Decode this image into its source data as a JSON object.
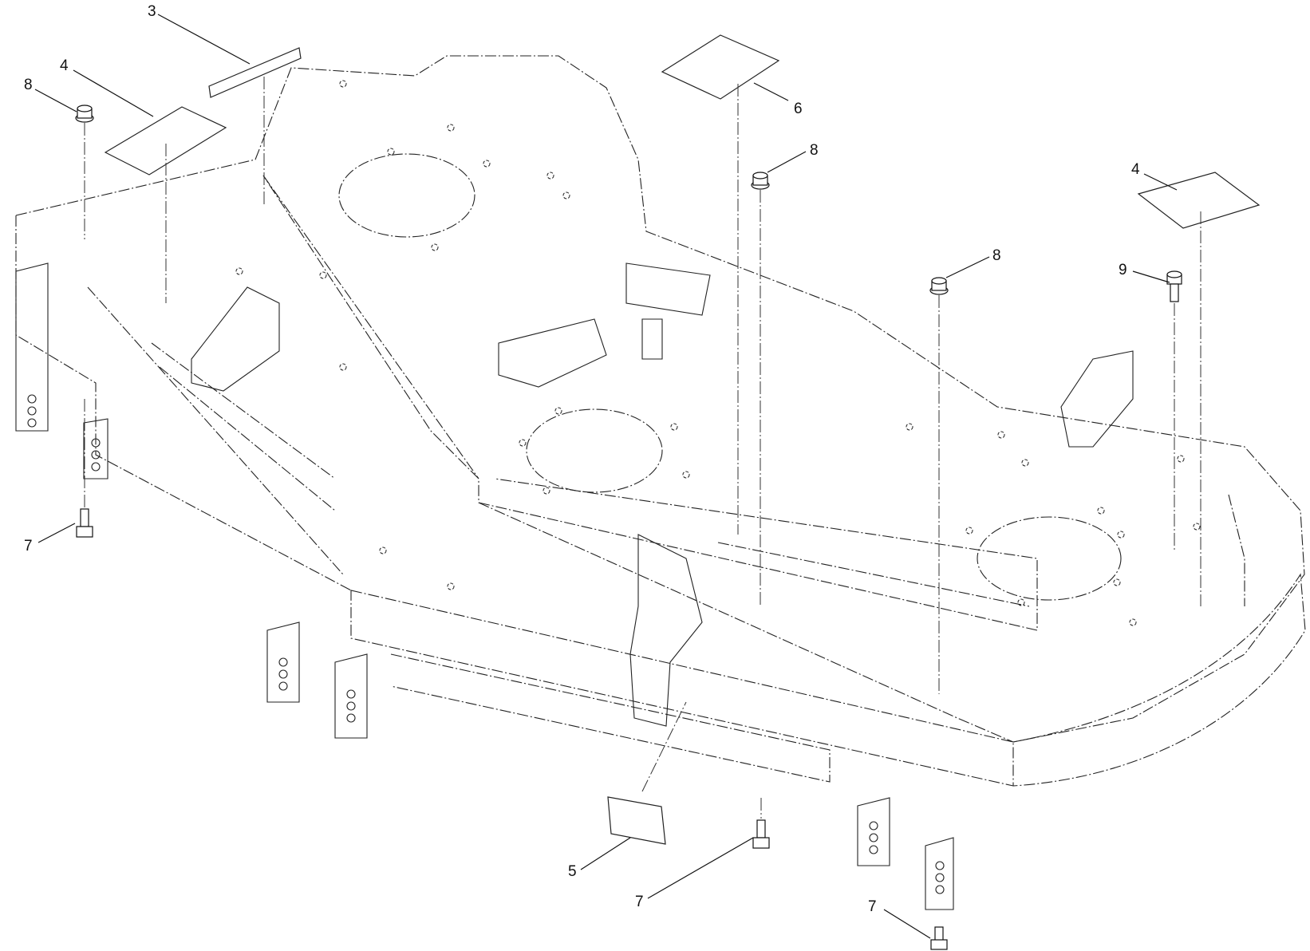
{
  "callouts": [
    {
      "label": "3"
    },
    {
      "label": "4"
    },
    {
      "label": "8"
    },
    {
      "label": "6"
    },
    {
      "label": "8"
    },
    {
      "label": "4"
    },
    {
      "label": "8"
    },
    {
      "label": "9"
    },
    {
      "label": "7"
    },
    {
      "label": "5"
    },
    {
      "label": "7"
    },
    {
      "label": "7"
    }
  ]
}
